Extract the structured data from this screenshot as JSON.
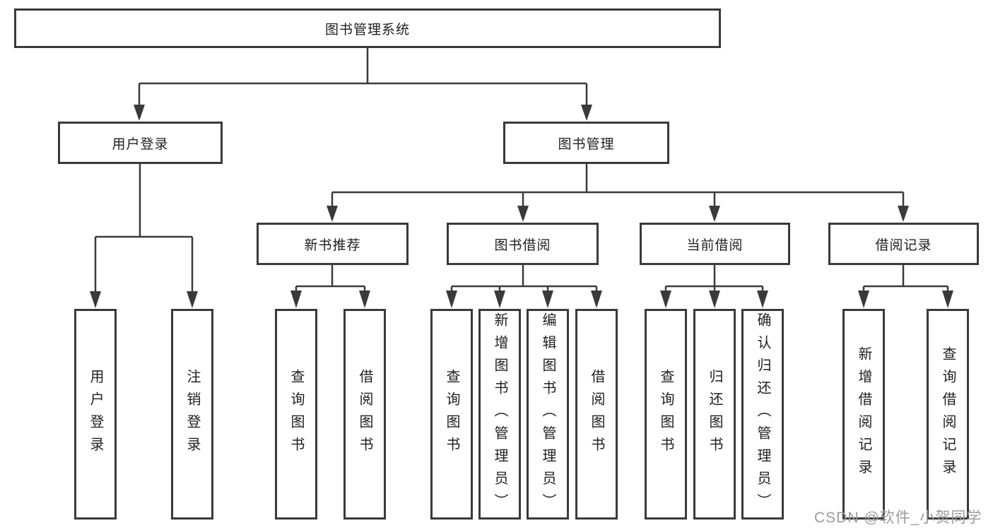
{
  "tree": {
    "root": {
      "label": "图书管理系统",
      "children": [
        {
          "label": "用户登录",
          "children": [
            {
              "label": "用户登录"
            },
            {
              "label": "注销登录"
            }
          ]
        },
        {
          "label": "图书管理",
          "children": [
            {
              "label": "新书推荐",
              "children": [
                {
                  "label": "查询图书"
                },
                {
                  "label": "借阅图书"
                }
              ]
            },
            {
              "label": "图书借阅",
              "children": [
                {
                  "label": "查询图书"
                },
                {
                  "label": "新增图书（管理员）"
                },
                {
                  "label": "编辑图书（管理员）"
                },
                {
                  "label": "借阅图书"
                }
              ]
            },
            {
              "label": "当前借阅",
              "children": [
                {
                  "label": "查询图书"
                },
                {
                  "label": "归还图书"
                },
                {
                  "label": "确认归还（管理员）"
                }
              ]
            },
            {
              "label": "借阅记录",
              "children": [
                {
                  "label": "新增借阅记录"
                },
                {
                  "label": "查询借阅记录"
                }
              ]
            }
          ]
        }
      ]
    }
  },
  "watermark": {
    "text": "CSDN @软件_小贺同学"
  },
  "colors": {
    "background": "#ffffff",
    "box_border": "#3a3a3a",
    "line": "#3a3a3a",
    "text": "#1f1f1f",
    "watermark": "#9b9b9b"
  }
}
